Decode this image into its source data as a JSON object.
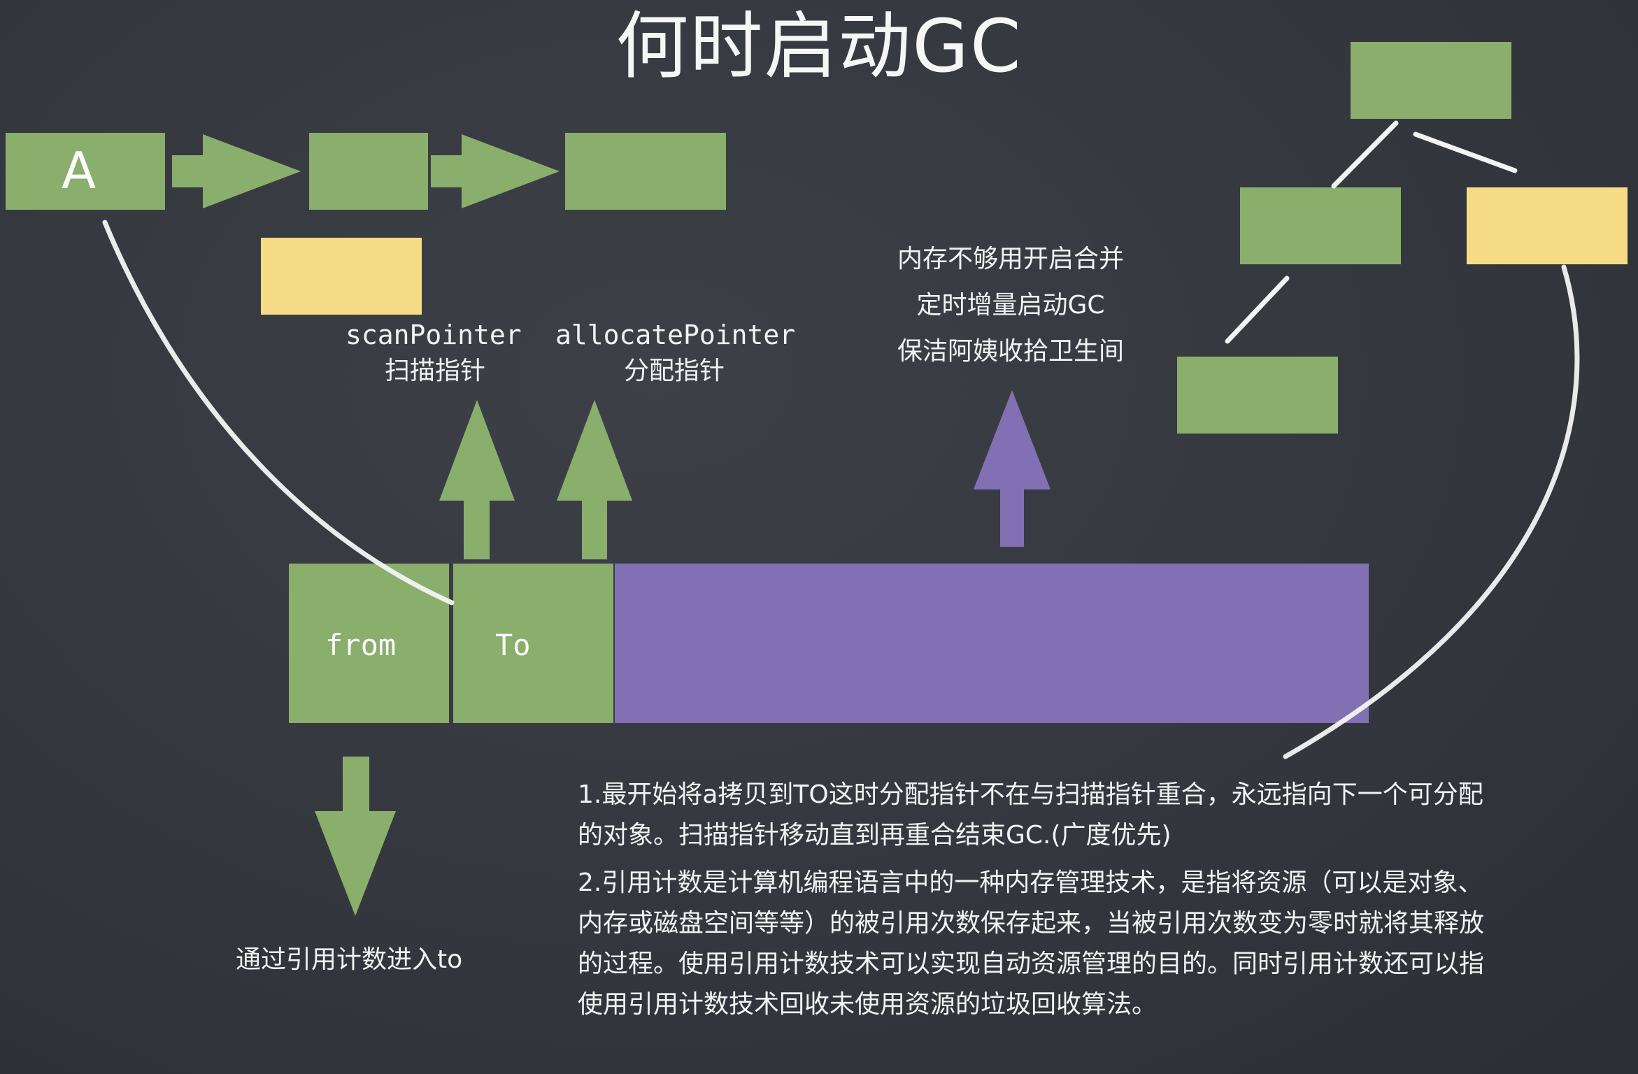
{
  "title": "何时启动GC",
  "colors": {
    "green": "#8aae6b",
    "yellow": "#f6dc86",
    "purple": "#8270b5",
    "board": "#33373d",
    "chalk": "#f2f2f2"
  },
  "chain": {
    "first_label": "A"
  },
  "memory": {
    "from_label": "from",
    "to_label": "To"
  },
  "pointers": {
    "scan_en": "scanPointer",
    "scan_zh": "扫描指针",
    "alloc_en": "allocatePointer",
    "alloc_zh": "分配指针"
  },
  "note": {
    "line1": "内存不够用开启合并",
    "line2": "定时增量启动GC",
    "line3": "保洁阿姨收拾卫生间"
  },
  "down_label": "通过引用计数进入to",
  "description": {
    "p1": "1.最开始将a拷贝到TO这时分配指针不在与扫描指针重合，永远指向下一个可分配的对象。扫描指针移动直到再重合结束GC.(广度优先)",
    "p2": "2.引用计数是计算机编程语言中的一种内存管理技术，是指将资源（可以是对象、内存或磁盘空间等等）的被引用次数保存起来，当被引用次数变为零时就将其释放的过程。使用引用计数技术可以实现自动资源管理的目的。同时引用计数还可以指使用引用计数技术回收未使用资源的垃圾回收算法。"
  }
}
